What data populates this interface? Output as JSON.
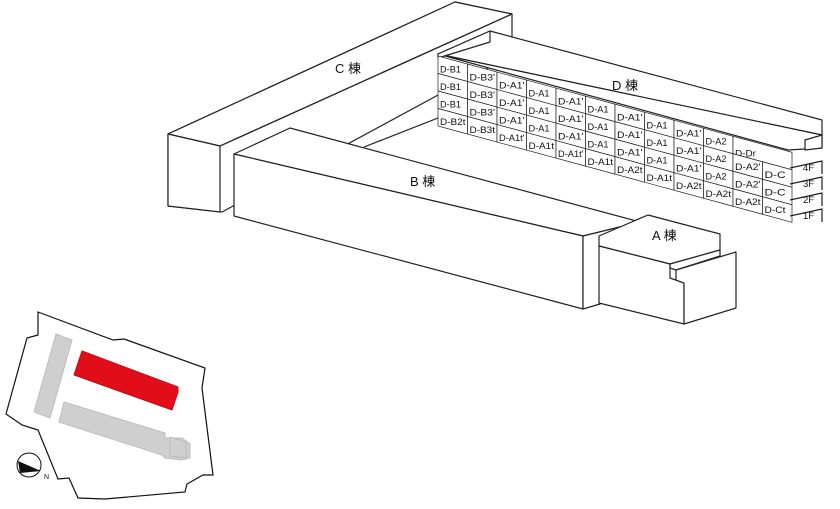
{
  "buildings": {
    "a": "A 棟",
    "b": "B 棟",
    "c": "C 棟",
    "d": "D 棟"
  },
  "floors": [
    "4F",
    "3F",
    "2F",
    "1F"
  ],
  "units": {
    "row_4f": [
      "D-B1",
      "D-B3'",
      "D-A1'",
      "D-A1",
      "D-A1'",
      "D-A1",
      "D-A1'",
      "D-A1",
      "D-A1'",
      "D-A2",
      "D-Dr"
    ],
    "row_3f": [
      "D-B1",
      "D-B3'",
      "D-A1'",
      "D-A1",
      "D-A1'",
      "D-A1",
      "D-A1'",
      "D-A1",
      "D-A1'",
      "D-A2",
      "D-A2'",
      "D-C"
    ],
    "row_2f": [
      "D-B1",
      "D-B3'",
      "D-A1'",
      "D-A1",
      "D-A1'",
      "D-A1",
      "D-A1'",
      "D-A1",
      "D-A1'",
      "D-A2",
      "D-A2'",
      "D-C"
    ],
    "row_1f": [
      "D-B2t",
      "D-B3t",
      "D-A1t'",
      "D-A1t",
      "D-A1t'",
      "D-A1t",
      "D-A2t",
      "D-A1t",
      "D-A2t",
      "D-A2t",
      "D-A2t",
      "D-Ct"
    ]
  },
  "keymap": {
    "highlight_color": "#e10d18",
    "other_color": "#cfcfcf",
    "compass_label": "N"
  }
}
